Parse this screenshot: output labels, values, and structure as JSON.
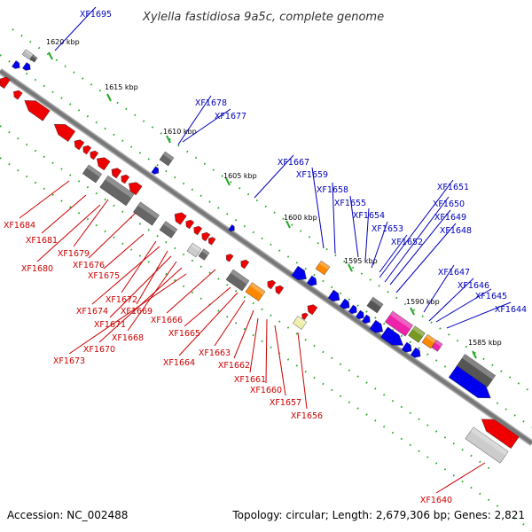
{
  "title": "Xylella fastidiosa 9a5c, complete genome",
  "footer": {
    "accession": "Accession: NC_002488",
    "stats": "Topology: circular; Length: 2,679,306 bp; Genes: 2,821"
  },
  "colors": {
    "backbone": "#777777",
    "forward_gene": "#0000ee",
    "reverse_gene": "#ee0000",
    "hypothetical": "#555555",
    "orange": "#ff8800",
    "magenta": "#ee22aa",
    "olive": "#779922",
    "pale": "#eeeeaa",
    "tick": "#22aa22",
    "label_red": "#cc0000",
    "label_blue": "#0000bb"
  },
  "scale": [
    {
      "label": "1620 kbp"
    },
    {
      "label": "1615 kbp"
    },
    {
      "label": "1610 kbp"
    },
    {
      "label": "1605 kbp"
    },
    {
      "label": "1600 kbp"
    },
    {
      "label": "1595 kbp"
    },
    {
      "label": "1590 kbp"
    },
    {
      "label": "1585 kbp"
    }
  ],
  "labels_blue": [
    "XF1695",
    "XF1678",
    "XF1677",
    "XF1667",
    "XF1659",
    "XF1658",
    "XF1655",
    "XF1654",
    "XF1653",
    "XF1652",
    "XF1651",
    "XF1650",
    "XF1649",
    "XF1648",
    "XF1647",
    "XF1646",
    "XF1645",
    "XF1644"
  ],
  "labels_red": [
    "XF1684",
    "XF1681",
    "XF1679",
    "XF1680",
    "XF1676",
    "XF1675",
    "XF1672",
    "XF1674",
    "XF1669",
    "XF1671",
    "XF1668",
    "XF1670",
    "XF1673",
    "XF1666",
    "XF1665",
    "XF1664",
    "XF1663",
    "XF1662",
    "XF1661",
    "XF1660",
    "XF1657",
    "XF1656",
    "XF1640"
  ]
}
